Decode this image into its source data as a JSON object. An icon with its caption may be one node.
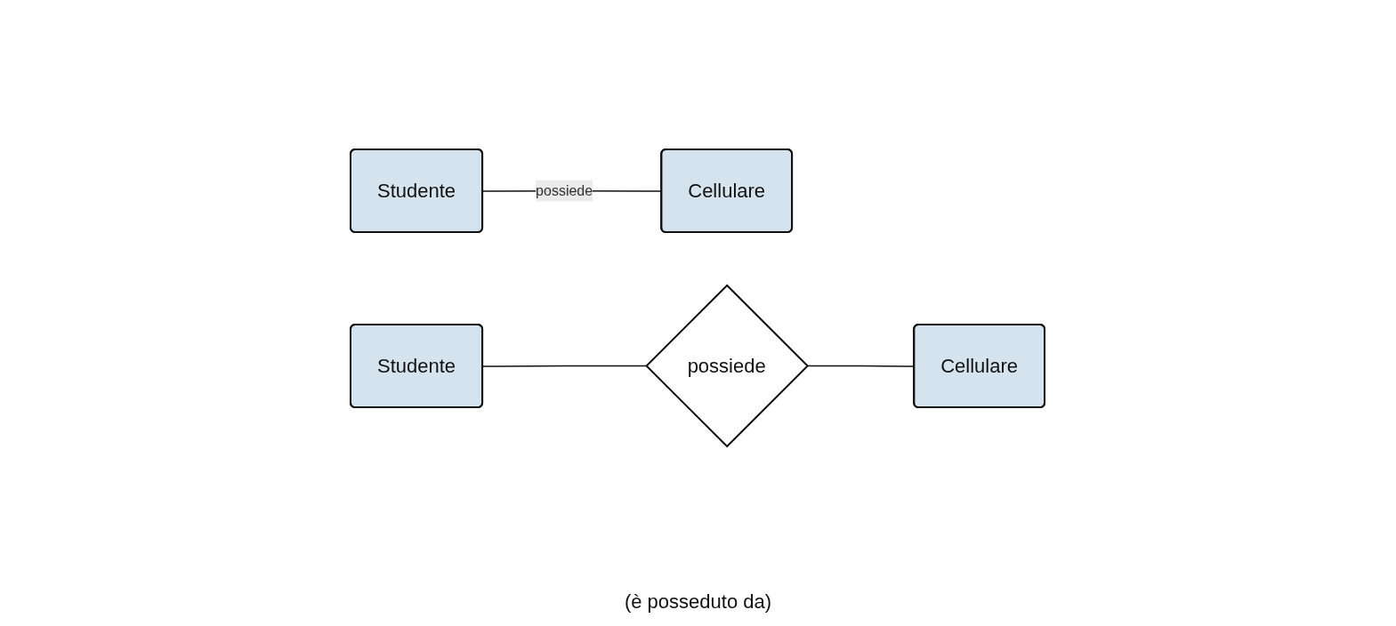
{
  "diagram": {
    "nodes": [
      {
        "text": [
          "Studente"
        ]
      },
      {
        "text": [
          "Cellulare"
        ]
      },
      {
        "text": [
          "Studente"
        ]
      },
      {
        "text": [
          "possiede"
        ]
      },
      {
        "text": [
          "Cellulare"
        ]
      }
    ],
    "edges": [
      {
        "from": 0,
        "to": 1,
        "arrow": "none",
        "label": "possiede"
      },
      {
        "from": 2,
        "to": 3,
        "arrow": "none"
      },
      {
        "from": 3,
        "to": 4,
        "arrow": "none"
      }
    ],
    "labels": [
      "(è posseduto da)"
    ]
  }
}
